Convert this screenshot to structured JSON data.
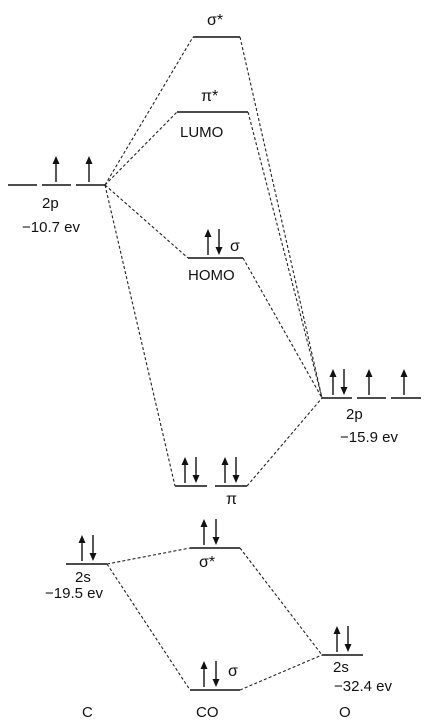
{
  "carbon": {
    "p_label": "2p",
    "p_energy": "−10.7 ev",
    "s_label": "2s",
    "s_energy": "−19.5 ev",
    "column_label": "C"
  },
  "co": {
    "sigma_star_p_label": "σ*",
    "pi_star_label": "π*",
    "lumo_label": "LUMO",
    "sigma_p_label": "σ",
    "homo_label": "HOMO",
    "pi_label": "π",
    "sigma_star_s_label": "σ*",
    "sigma_s_label": "σ",
    "column_label": "CO"
  },
  "oxygen": {
    "p_label": "2p",
    "p_energy": "−15.9 ev",
    "s_label": "2s",
    "s_energy": "−32.4 ev",
    "column_label": "O"
  }
}
